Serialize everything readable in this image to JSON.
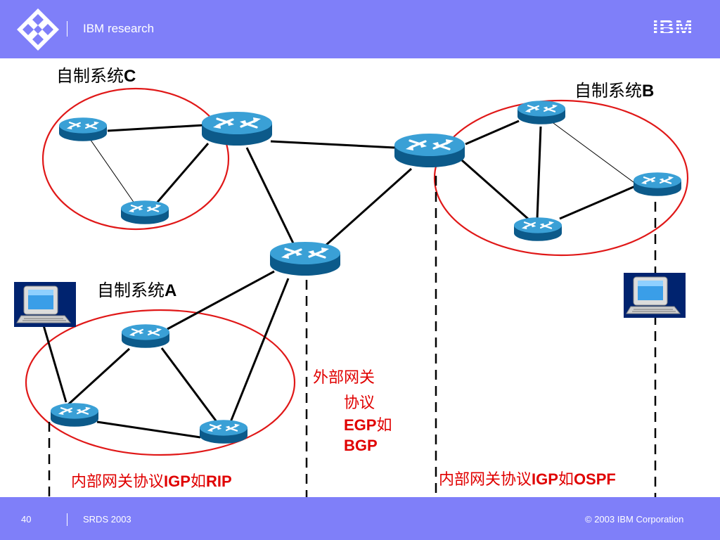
{
  "header": {
    "title": "IBM research",
    "brand": "IBM"
  },
  "footer": {
    "page_number": "40",
    "event": "SRDS 2003",
    "copyright": "© 2003 IBM Corporation"
  },
  "labels": {
    "as_c": {
      "text": "自制系统",
      "suffix": "C"
    },
    "as_b": {
      "text": "自制系统",
      "suffix": "B"
    },
    "as_a": {
      "text": "自制系统",
      "suffix": "A"
    },
    "egp_line1": "外部网关",
    "egp_line2": "协议",
    "egp_line3_bold": "EGP",
    "egp_line3_text": "如",
    "egp_line4_bold": "BGP",
    "igp_left": {
      "prefix": "内部网关协议",
      "bold1": "IGP",
      "mid": "如",
      "bold2": "RIP"
    },
    "igp_right": {
      "prefix": "内部网关协议",
      "bold1": "IGP",
      "mid": "如",
      "bold2": "OSPF"
    }
  },
  "colors": {
    "header_bg": "#7f7ff9",
    "router": "#1a7fb5",
    "ellipse": "#e01818",
    "annotation": "#e00000"
  },
  "icons": {
    "router": "router-icon",
    "computer": "computer-icon",
    "logo": "ibm-diamond-logo"
  }
}
